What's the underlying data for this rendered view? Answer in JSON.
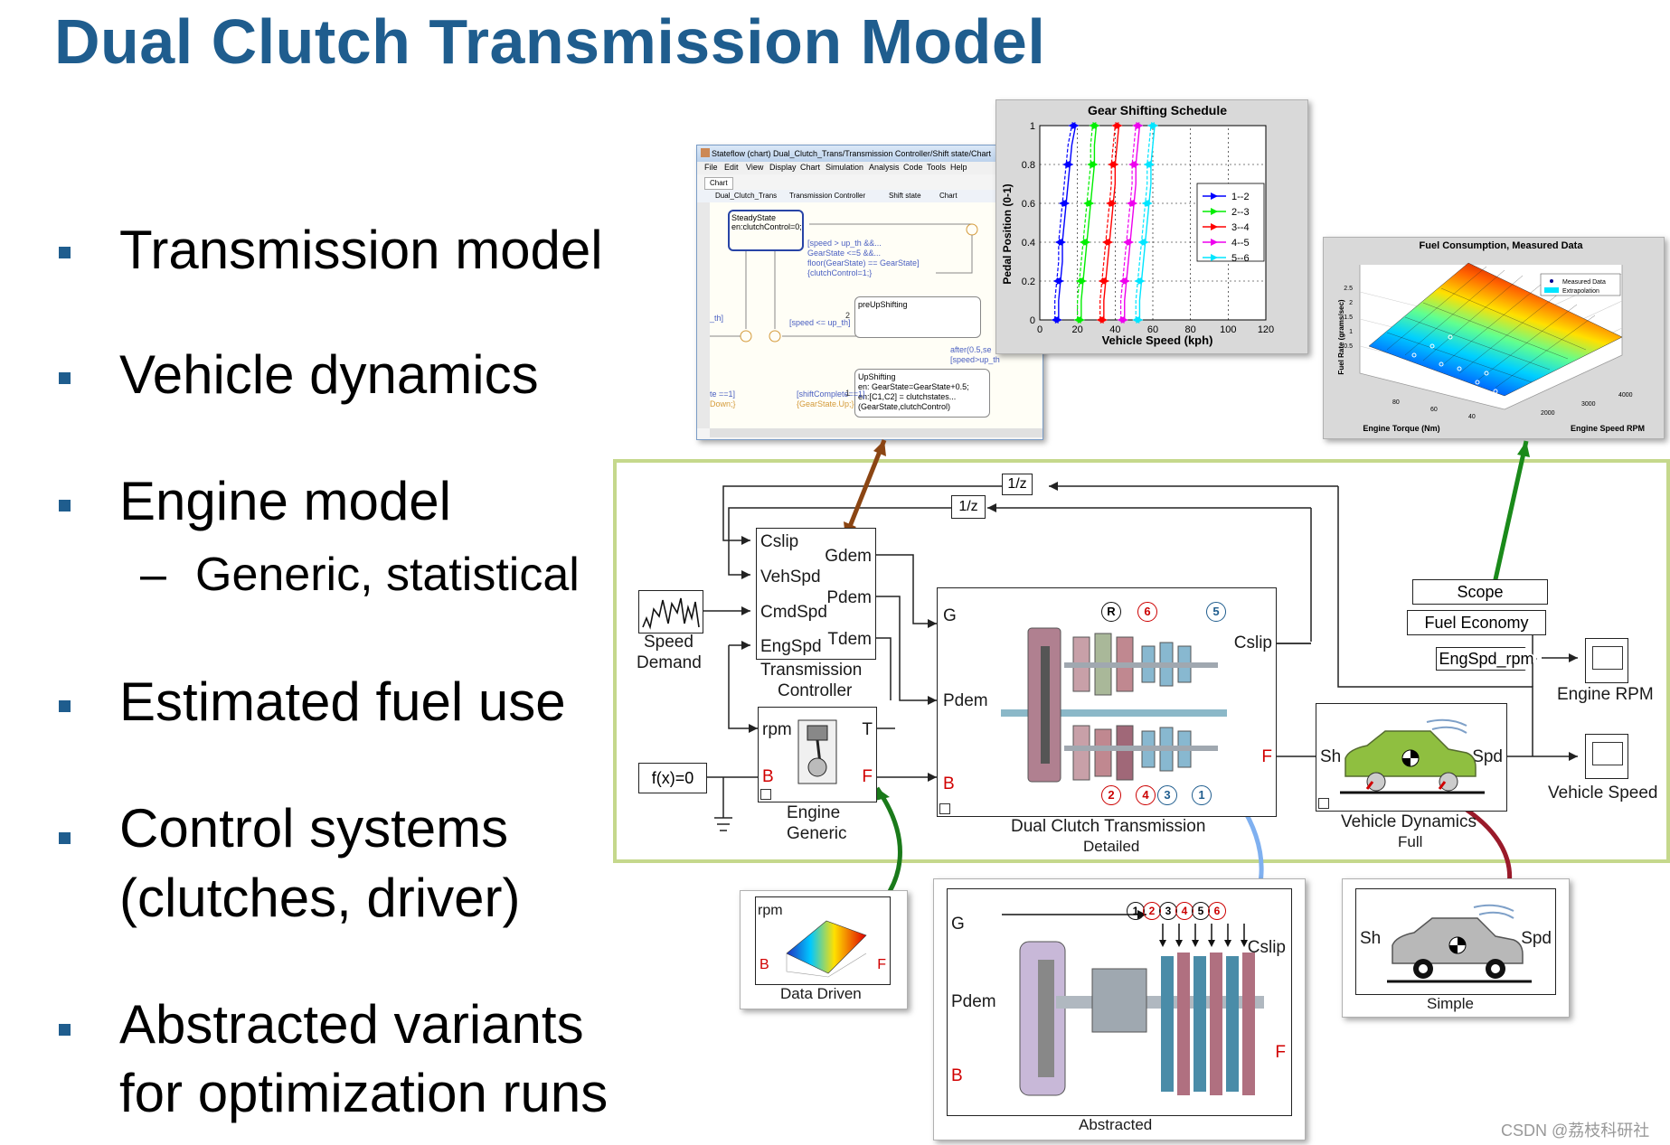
{
  "title": "Dual Clutch Transmission Model",
  "bullets": [
    "Transmission model",
    "Vehicle dynamics",
    "Engine model",
    "Estimated fuel use",
    "Control systems",
    "(clutches, driver)",
    "Abstracted variants",
    "for optimization runs"
  ],
  "sub_bullet": "Generic, statistical",
  "dash": "–",
  "stateflow": {
    "titlebar": "Stateflow (chart) Dual_Clutch_Trans/Transmission Controller/Shift state/Chart",
    "menus": [
      "File",
      "Edit",
      "View",
      "Display",
      "Chart",
      "Simulation",
      "Analysis",
      "Code",
      "Tools",
      "Help"
    ],
    "tab": "Chart",
    "breadcrumb": [
      "Dual_Clutch_Trans",
      "Transmission Controller",
      "Shift state",
      "Chart"
    ],
    "state_steady": "SteadyState",
    "state_steady_en": "en:clutchControl=0;",
    "cond1": "[speed > up_th &&...",
    "cond2": "GearState <=5 &&...",
    "cond3": "floor(GearState) == GearState]",
    "cond4": "{clutchControl=1;}",
    "cond_down": "[speed <= up_th]",
    "state_pre": "preUpShifting",
    "after": "after(0.5,se",
    "after2": "[speed>up_th",
    "state_up": "UpShifting",
    "up_l1": "en: GearState=GearState+0.5;",
    "up_l2": "en:[C1,C2] = clutchstates...",
    "up_l3": "(GearState,clutchControl)",
    "shift_l1": "[shiftComplete==1]",
    "shift_l2": "{GearState.Up;}",
    "left1": "_th]",
    "left2": "te ==1]",
    "left3": "Down;}",
    "num1": "1",
    "num2": "2"
  },
  "gear_chart": {
    "title": "Gear Shifting Schedule",
    "xlabel": "Vehicle Speed (kph)",
    "ylabel": "Pedal Position (0-1)",
    "xticks": [
      "0",
      "20",
      "40",
      "60",
      "80",
      "100",
      "120"
    ],
    "yticks": [
      "0",
      "0.2",
      "0.4",
      "0.6",
      "0.8",
      "1"
    ],
    "legend": [
      "1--2",
      "2--3",
      "3--4",
      "4--5",
      "5--6"
    ],
    "colors": [
      "#0000ff",
      "#00ee00",
      "#ff0000",
      "#ee00ee",
      "#00e5ff"
    ]
  },
  "chart_data": {
    "type": "line",
    "title": "Gear Shifting Schedule",
    "xlabel": "Vehicle Speed (kph)",
    "ylabel": "Pedal Position (0-1)",
    "xlim": [
      0,
      120
    ],
    "ylim": [
      0,
      1
    ],
    "y": [
      0,
      0.1,
      0.2,
      0.3,
      0.4,
      0.5,
      0.6,
      0.7,
      0.8,
      0.9,
      1.0
    ],
    "series": [
      {
        "name": "1--2",
        "x_up": [
          10,
          10,
          11,
          12,
          12,
          13,
          14,
          15,
          16,
          17,
          19
        ],
        "x_down": [
          8,
          8,
          9,
          10,
          10,
          11,
          12,
          13,
          14,
          15,
          17
        ]
      },
      {
        "name": "2--3",
        "x_up": [
          22,
          22,
          23,
          24,
          25,
          26,
          27,
          28,
          29,
          29,
          30
        ],
        "x_down": [
          20,
          20,
          21,
          22,
          23,
          24,
          25,
          26,
          27,
          27,
          28
        ]
      },
      {
        "name": "3--4",
        "x_up": [
          34,
          34,
          35,
          36,
          37,
          38,
          39,
          40,
          40,
          41,
          42
        ],
        "x_down": [
          32,
          32,
          33,
          34,
          35,
          36,
          37,
          38,
          38,
          39,
          40
        ]
      },
      {
        "name": "4--5",
        "x_up": [
          45,
          45,
          46,
          47,
          48,
          49,
          50,
          51,
          51,
          52,
          53
        ],
        "x_down": [
          43,
          43,
          44,
          45,
          46,
          47,
          48,
          49,
          49,
          50,
          51
        ]
      },
      {
        "name": "5--6",
        "x_up": [
          53,
          53,
          54,
          55,
          56,
          57,
          58,
          59,
          59,
          60,
          61
        ],
        "x_down": [
          51,
          51,
          52,
          53,
          54,
          55,
          56,
          57,
          57,
          58,
          59
        ]
      }
    ],
    "grid": true,
    "legend_position": "right"
  },
  "fuel_chart": {
    "title": "Fuel Consumption, Measured Data",
    "zlabel": "Fuel Rate (grams/sec)",
    "xlabel": "Engine Torque (Nm)",
    "ylabel": "Engine Speed RPM",
    "legend": [
      "Measured Data",
      "Extrapolation"
    ],
    "zticks": [
      "0.5",
      "1",
      "1.5",
      "2",
      "2.5"
    ],
    "tq_ticks": [
      "80",
      "60",
      "40"
    ],
    "rpm_ticks": [
      "2000",
      "3000",
      "4000"
    ]
  },
  "model": {
    "delay1": "1/z",
    "delay2": "1/z",
    "tc_ports_in": [
      "Cslip",
      "VehSpd",
      "CmdSpd",
      "EngSpd"
    ],
    "tc_ports_out": [
      "Gdem",
      "Pdem",
      "Tdem"
    ],
    "tc_label1": "Transmission",
    "tc_label2": "Controller",
    "speed_demand1": "Speed",
    "speed_demand2": "Demand",
    "engine_rpm": "rpm",
    "engine_T": "T",
    "engine_B": "B",
    "engine_F": "F",
    "engine_label1": "Engine",
    "engine_label2": "Generic",
    "fx": "f(x)=0",
    "dct_G": "G",
    "dct_Pdem": "Pdem",
    "dct_B": "B",
    "dct_Cslip": "Cslip",
    "dct_F": "F",
    "dct_label1": "Dual Clutch Transmission",
    "dct_label2": "Detailed",
    "gear_badges_top": [
      "R",
      "6",
      "5"
    ],
    "gear_badges_bottom": [
      "2",
      "4",
      "3",
      "1"
    ],
    "scope": "Scope",
    "fuel_economy": "Fuel Economy",
    "engspd_goto": "EngSpd_rpm",
    "engine_rpm_scope": "Engine RPM",
    "veh_Sh": "Sh",
    "veh_Spd": "Spd",
    "veh_label1": "Vehicle Dynamics",
    "veh_label2": "Full",
    "vehicle_speed_scope": "Vehicle Speed"
  },
  "variants": {
    "data_driven_rpm": "rpm",
    "data_driven_B": "B",
    "data_driven_F": "F",
    "data_driven_label": "Data Driven",
    "abs_G": "G",
    "abs_Pdem": "Pdem",
    "abs_B": "B",
    "abs_Cslip": "Cslip",
    "abs_F": "F",
    "abs_label": "Abstracted",
    "abs_gears": [
      "1",
      "2",
      "3",
      "4",
      "5",
      "6"
    ],
    "simple_Sh": "Sh",
    "simple_Spd": "Spd",
    "simple_label": "Simple"
  },
  "watermark": "CSDN @荔枝科研社"
}
